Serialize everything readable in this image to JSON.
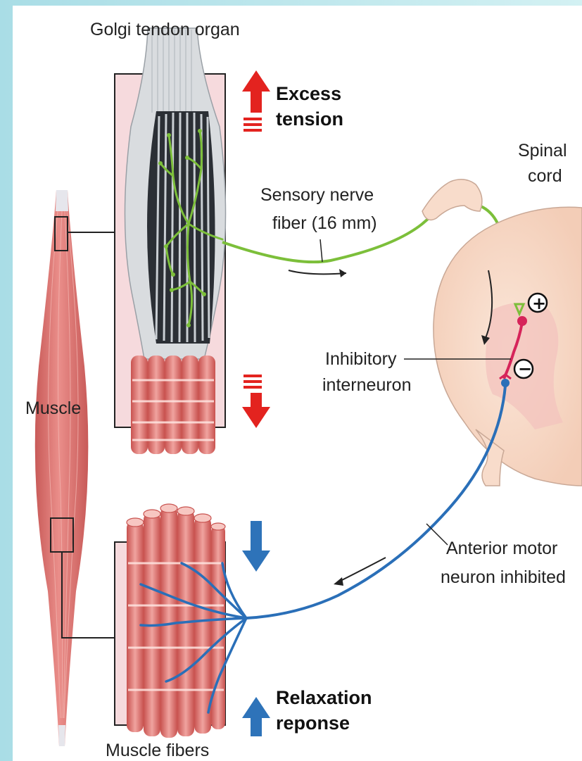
{
  "labels": {
    "golgi_tendon_organ": "Golgi tendon organ",
    "excess_tension_1": "Excess",
    "excess_tension_2": "tension",
    "spinal_cord_1": "Spinal",
    "spinal_cord_2": "cord",
    "sensory_nerve_1": "Sensory nerve",
    "sensory_nerve_2": "fiber (16 mm)",
    "muscle": "Muscle",
    "inhibitory_1": "Inhibitory",
    "inhibitory_2": "interneuron",
    "anterior_motor_1": "Anterior motor",
    "anterior_motor_2": "neuron inhibited",
    "relaxation_1": "Relaxation",
    "relaxation_2": "reponse",
    "muscle_fibers": "Muscle fibers",
    "plus_sign": "+",
    "minus_sign": "−"
  },
  "colors": {
    "slide_border": "#bfe9ee",
    "muscle_red": "#e07a78",
    "muscle_light": "#f4b9b5",
    "panel_pink": "#f6dadd",
    "tendon_gray": "#d7dadd",
    "tendon_dark": "#2a2e33",
    "sensory_green": "#7cbf3a",
    "motor_blue": "#2a6fb8",
    "interneuron_red": "#d6245a",
    "arrow_red": "#e3231f",
    "arrow_blue": "#2e73b9",
    "spinal_cord": "#f8dccb",
    "gray_matter": "#f3c3bd"
  }
}
